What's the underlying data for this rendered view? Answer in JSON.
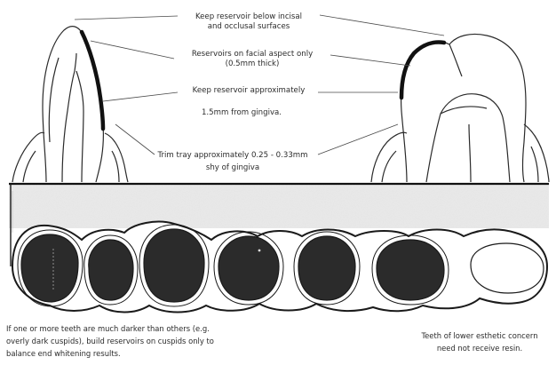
{
  "labels": {
    "reservoir_below_edges": [
      "Keep reservoir below incisal",
      "and occlusal surfaces"
    ],
    "facial_aspect": [
      "Reservoirs on facial aspect only",
      "(0.5mm thick)"
    ],
    "gingiva_distance": [
      "Keep reservoir approximately",
      "1.5mm from gingiva."
    ],
    "trim_tray": [
      "Trim tray approximately 0.25 - 0.33mm",
      "shy of gingiva"
    ]
  },
  "notes": {
    "darker_teeth": [
      "If one or more teeth are much darker than others (e.g.",
      "overly dark cuspids), build reservoirs on cuspids only to",
      "balance end whitening results."
    ],
    "lower_esthetic": [
      "Teeth of lower esthetic concern",
      "need not receive resin."
    ]
  },
  "colors": {
    "ink": "#1e1e1e",
    "tooth_fill": "#2b2b2b",
    "tray_band": "#e6e6e6",
    "paper": "#ffffff"
  }
}
